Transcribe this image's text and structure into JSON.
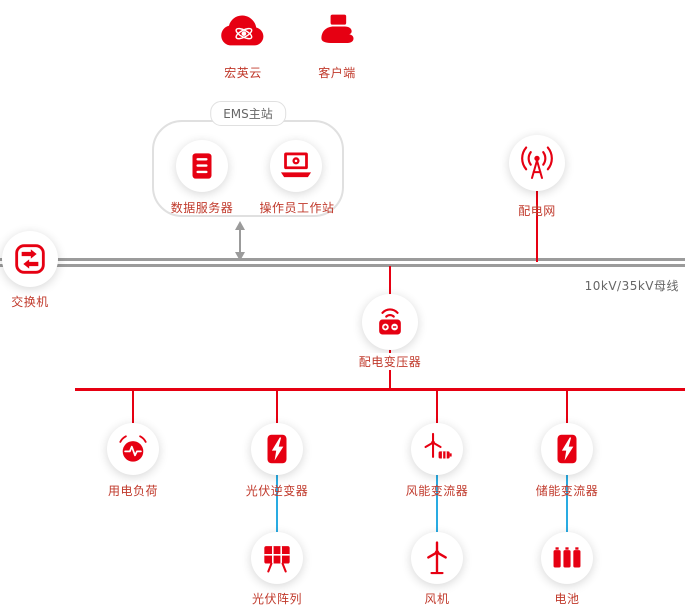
{
  "colors": {
    "red": "#E60012",
    "blue": "#29ABE2",
    "gray": "#9B9B9B",
    "labelRed": "#C0392B",
    "labelGray": "#666666",
    "border": "#E0E0E0"
  },
  "cloud": {
    "label": "宏英云"
  },
  "client": {
    "label": "客户端"
  },
  "ems": {
    "title": "EMS主站",
    "server_label": "数据服务器",
    "workstation_label": "操作员工作站"
  },
  "bus": {
    "label": "10kV/35kV母线"
  },
  "switch": {
    "label": "交换机"
  },
  "grid": {
    "label": "配电网"
  },
  "transformer": {
    "label": "配电变压器"
  },
  "feeders": {
    "load": {
      "label": "用电负荷"
    },
    "pv_inverter": {
      "label": "光伏逆变器"
    },
    "wind_converter": {
      "label": "风能变流器"
    },
    "storage_converter": {
      "label": "储能变流器"
    }
  },
  "sources": {
    "pv_array": {
      "label": "光伏阵列"
    },
    "wind_turbine": {
      "label": "风机"
    },
    "battery": {
      "label": "电池"
    }
  }
}
